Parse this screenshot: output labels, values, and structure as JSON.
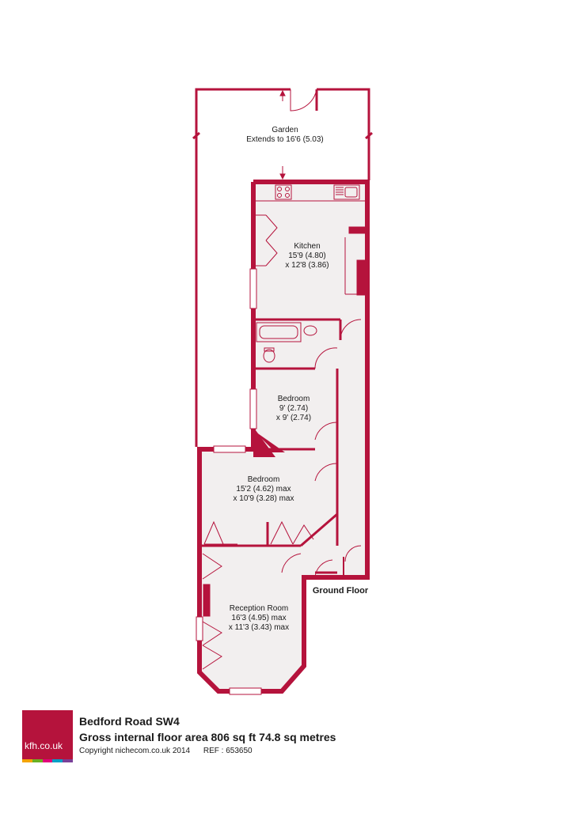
{
  "colors": {
    "wall": "#b5133c",
    "floor": "#f2efef",
    "text": "#1a1a1a"
  },
  "plan": {
    "level": "Ground Floor",
    "rooms": [
      {
        "id": "garden",
        "name": "Garden",
        "dims": [
          "Extends to 16'6 (5.03)"
        ]
      },
      {
        "id": "kitchen",
        "name": "Kitchen",
        "dims": [
          "15'9 (4.80)",
          "x 12'8 (3.86)"
        ]
      },
      {
        "id": "bedroom-2",
        "name": "Bedroom",
        "dims": [
          "9' (2.74)",
          "x 9' (2.74)"
        ]
      },
      {
        "id": "bedroom-1",
        "name": "Bedroom",
        "dims": [
          "15'2 (4.62) max",
          "x 10'9 (3.28) max"
        ]
      },
      {
        "id": "reception",
        "name": "Reception Room",
        "dims": [
          "16'3 (4.95) max",
          "x 11'3 (3.43) max"
        ]
      }
    ]
  },
  "footer": {
    "logo_text": "kfh.co.uk",
    "logo_strip": [
      "#f4a300",
      "#6ab023",
      "#e2007a",
      "#00a0c6",
      "#7a3f98"
    ],
    "address": "Bedford Road  SW4",
    "floor_area": "Gross internal floor area 806 sq ft 74.8 sq metres",
    "copyright": "Copyright nichecom.co.uk 2014",
    "ref": "REF : 653650"
  }
}
